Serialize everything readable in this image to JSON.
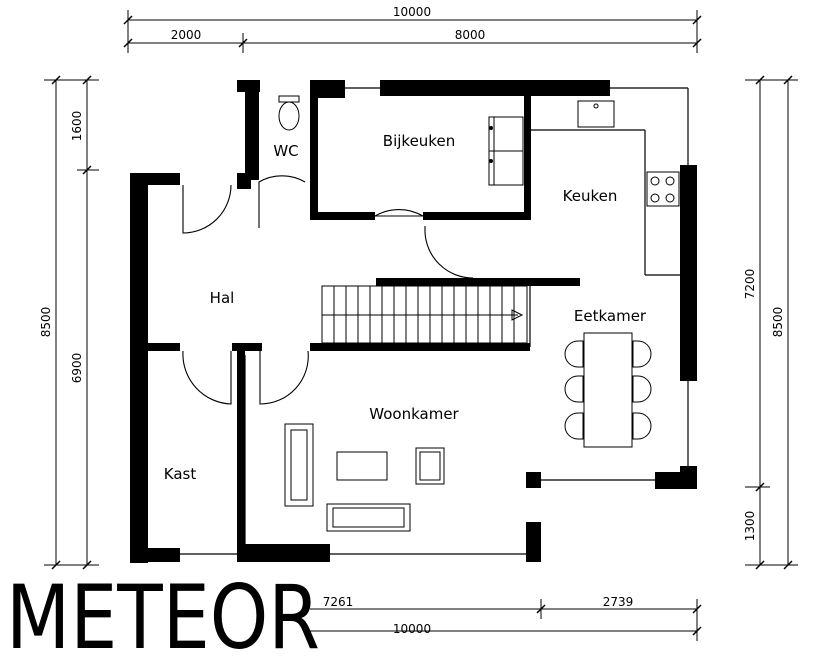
{
  "rooms": {
    "wc": "WC",
    "bijkeuken": "Bijkeuken",
    "keuken": "Keuken",
    "hal": "Hal",
    "eetkamer": "Eetkamer",
    "woonkamer": "Woonkamer",
    "kast": "Kast"
  },
  "dimensions": {
    "top_total": "10000",
    "top_left": "2000",
    "top_right": "8000",
    "left_total": "8500",
    "left_upper": "1600",
    "left_lower": "6900",
    "right_total": "8500",
    "right_upper": "7200",
    "right_lower": "1300",
    "bottom_left": "7261",
    "bottom_right": "2739",
    "bottom_total": "10000"
  },
  "logo": {
    "text": "METEOR",
    "color": "#2e6e96"
  },
  "colors": {
    "wall": "#000000",
    "line": "#000000",
    "background": "#ffffff"
  }
}
